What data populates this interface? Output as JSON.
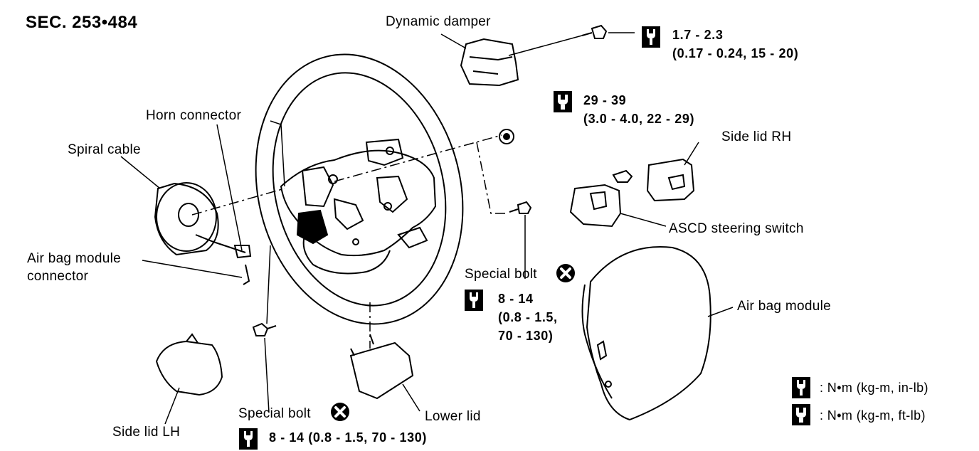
{
  "section_code": "SEC. 253•484",
  "labels": {
    "dynamic_damper": "Dynamic damper",
    "horn_connector": "Horn connector",
    "spiral_cable": "Spiral cable",
    "air_bag_module_connector_line1": "Air bag module",
    "air_bag_module_connector_line2": "connector",
    "side_lid_rh": "Side lid RH",
    "ascd_steering_switch": "ASCD steering switch",
    "air_bag_module": "Air bag module",
    "special_bolt_upper": "Special bolt",
    "special_bolt_lower": "Special bolt",
    "lower_lid": "Lower lid",
    "side_lid_lh": "Side lid LH"
  },
  "torques": {
    "damper_line1": "1.7 - 2.3",
    "damper_line2": "(0.17 - 0.24, 15 - 20)",
    "nut_line1": "29 - 39",
    "nut_line2": "(3.0 - 4.0, 22 - 29)",
    "special_upper_line1": "8 - 14",
    "special_upper_line2": "(0.8 - 1.5,",
    "special_upper_line3": "70 - 130)",
    "special_lower": "8 - 14 (0.8 - 1.5, 70 - 130)"
  },
  "legend": {
    "in_lb": ": N•m (kg-m, in-lb)",
    "ft_lb": ": N•m (kg-m, ft-lb)"
  }
}
